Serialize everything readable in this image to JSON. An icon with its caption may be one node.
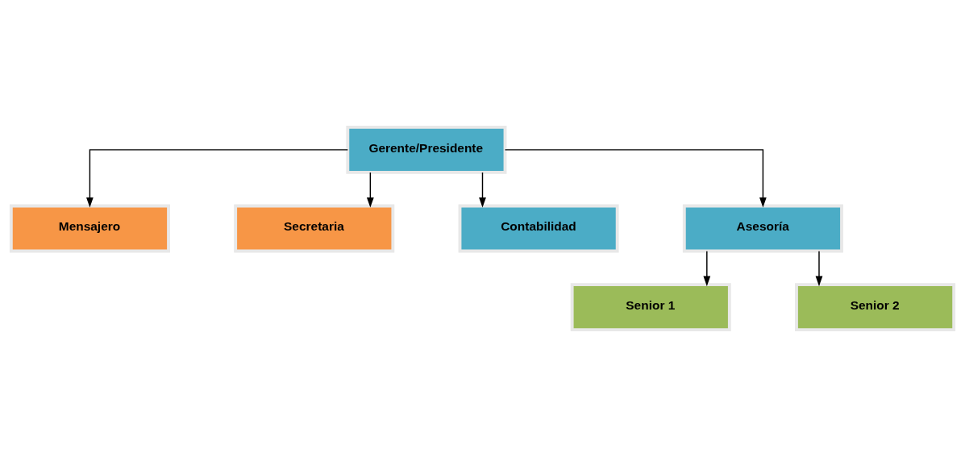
{
  "diagram": {
    "nodes": [
      {
        "text": [
          "Gerente/Presidente"
        ]
      },
      {
        "text": [
          "Mensajero"
        ]
      },
      {
        "text": [
          "Secretaria"
        ]
      },
      {
        "text": [
          "Contabilidad"
        ]
      },
      {
        "text": [
          "Asesoría"
        ]
      },
      {
        "text": [
          "Senior 1"
        ]
      },
      {
        "text": [
          "Senior 2"
        ]
      }
    ],
    "edges": [
      {
        "from": 0,
        "to": 1,
        "arrow": "to"
      },
      {
        "from": 0,
        "to": 2,
        "arrow": "to"
      },
      {
        "from": 0,
        "to": 3,
        "arrow": "to"
      },
      {
        "from": 0,
        "to": 4,
        "arrow": "to"
      },
      {
        "from": 4,
        "to": 5,
        "arrow": "to"
      },
      {
        "from": 4,
        "to": 6,
        "arrow": "to"
      }
    ]
  }
}
